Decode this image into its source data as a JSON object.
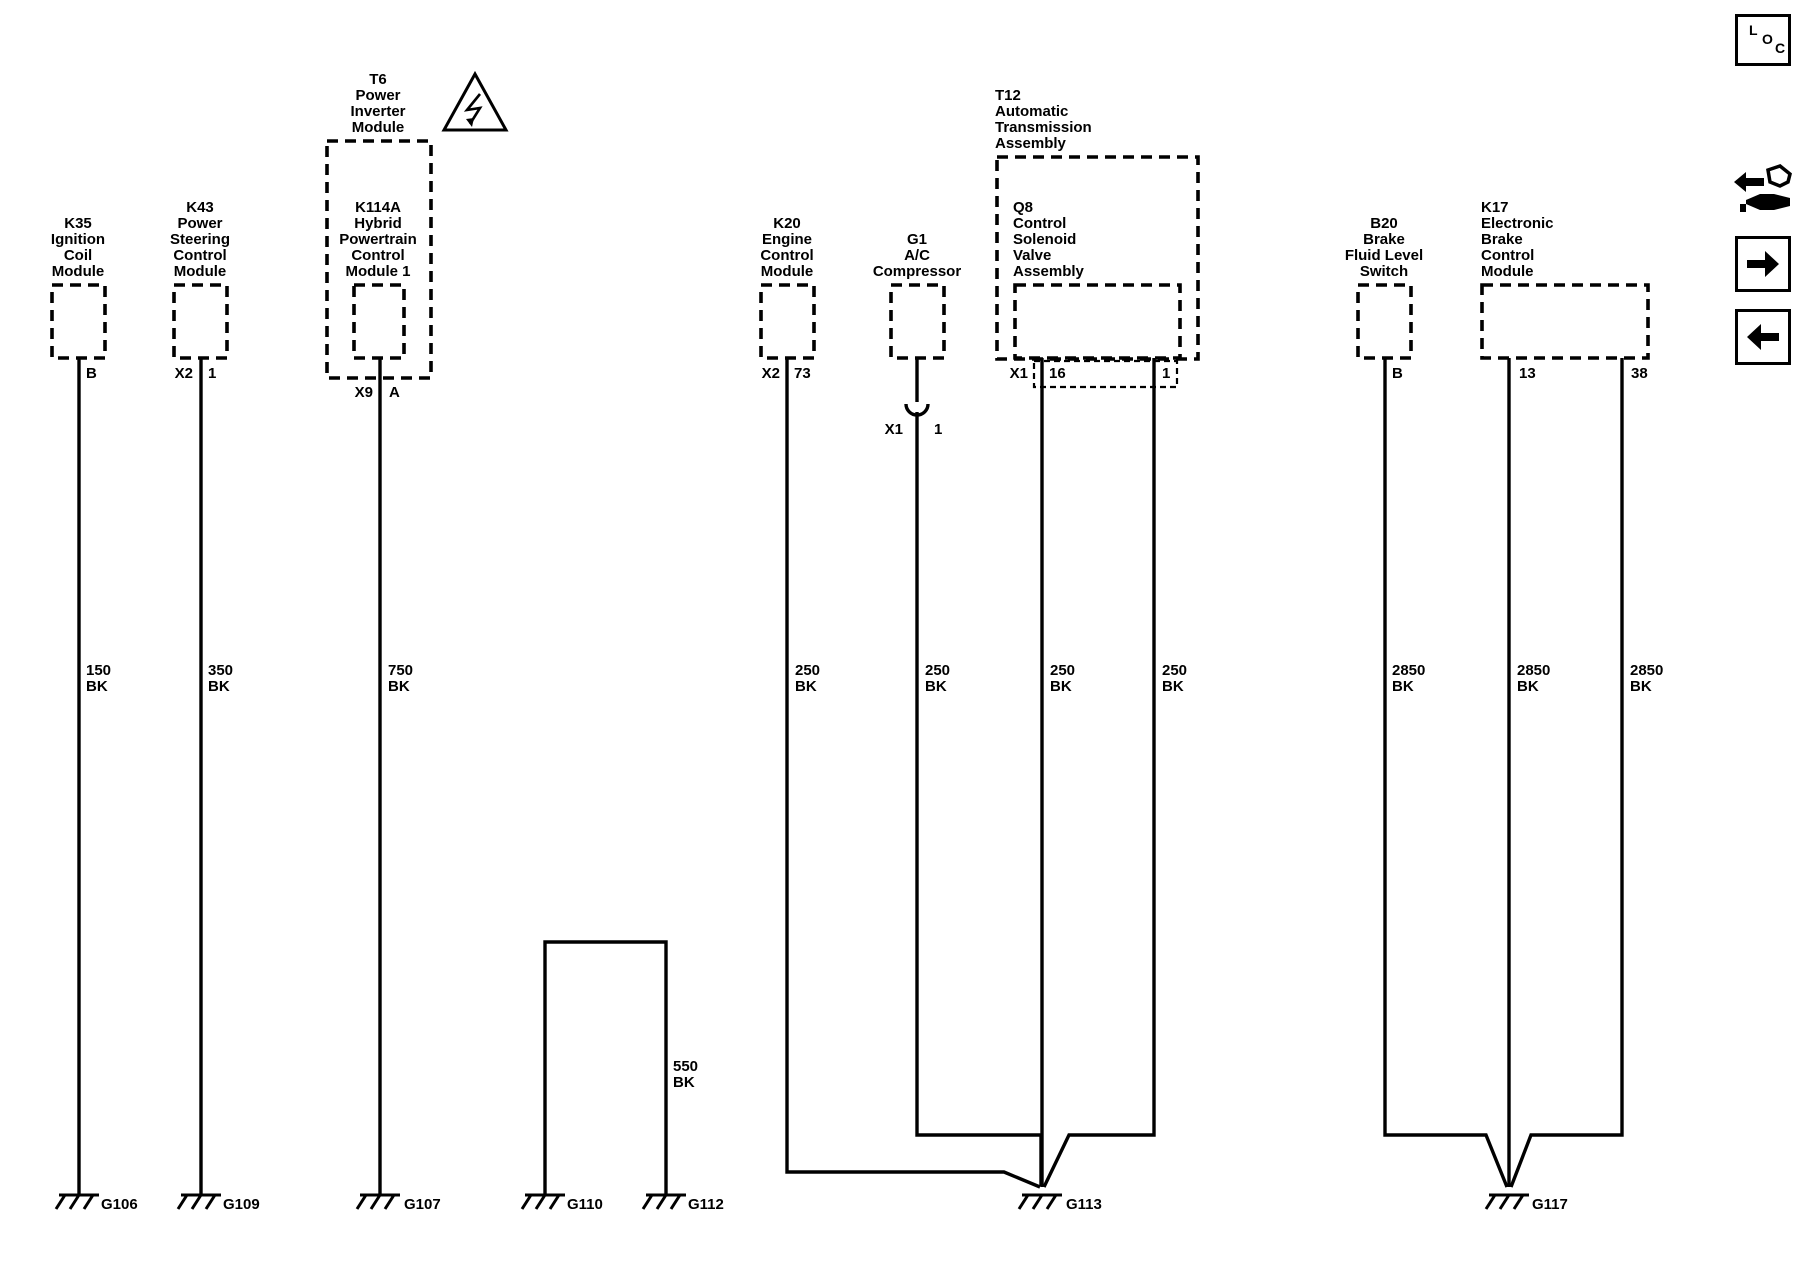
{
  "components": {
    "k35": [
      "K35",
      "Ignition",
      "Coil",
      "Module"
    ],
    "k43": [
      "K43",
      "Power",
      "Steering",
      "Control",
      "Module"
    ],
    "t6": [
      "T6",
      "Power",
      "Inverter",
      "Module"
    ],
    "k114a": [
      "K114A",
      "Hybrid",
      "Powertrain",
      "Control",
      "Module 1"
    ],
    "k20": [
      "K20",
      "Engine",
      "Control",
      "Module"
    ],
    "g1": [
      "G1",
      "A/C",
      "Compressor"
    ],
    "t12": [
      "T12",
      "Automatic",
      "Transmission",
      "Assembly"
    ],
    "q8": [
      "Q8",
      "Control",
      "Solenoid",
      "Valve",
      "Assembly"
    ],
    "b20": [
      "B20",
      "Brake",
      "Fluid Level",
      "Switch"
    ],
    "k17": [
      "K17",
      "Electronic",
      "Brake",
      "Control",
      "Module"
    ]
  },
  "pins": {
    "k35_pin": "B",
    "k43_conn": "X2",
    "k43_pin": "1",
    "k114a_conn": "X9",
    "k114a_pin": "A",
    "k20_conn": "X2",
    "k20_pin": "73",
    "g1_conn": "X1",
    "g1_pin": "1",
    "q8_conn": "X1",
    "q8_pin_a": "16",
    "q8_pin_b": "1",
    "b20_pin": "B",
    "k17_pin_a": "13",
    "k17_pin_b": "38"
  },
  "wires": {
    "w150": [
      "150",
      "BK"
    ],
    "w350": [
      "350",
      "BK"
    ],
    "w750": [
      "750",
      "BK"
    ],
    "w550": [
      "550",
      "BK"
    ],
    "w250_k20": [
      "250",
      "BK"
    ],
    "w250_g1": [
      "250",
      "BK"
    ],
    "w250_q8a": [
      "250",
      "BK"
    ],
    "w250_q8b": [
      "250",
      "BK"
    ],
    "w2850_b20": [
      "2850",
      "BK"
    ],
    "w2850_k17a": [
      "2850",
      "BK"
    ],
    "w2850_k17b": [
      "2850",
      "BK"
    ]
  },
  "grounds": {
    "g106": "G106",
    "g109": "G109",
    "g107": "G107",
    "g110": "G110",
    "g112": "G112",
    "g113": "G113",
    "g117": "G117"
  },
  "nav": {
    "loc_letters": [
      "L",
      "O",
      "C"
    ],
    "icons": [
      "connector-swap-icon",
      "arrow-right-icon",
      "arrow-left-icon"
    ]
  }
}
